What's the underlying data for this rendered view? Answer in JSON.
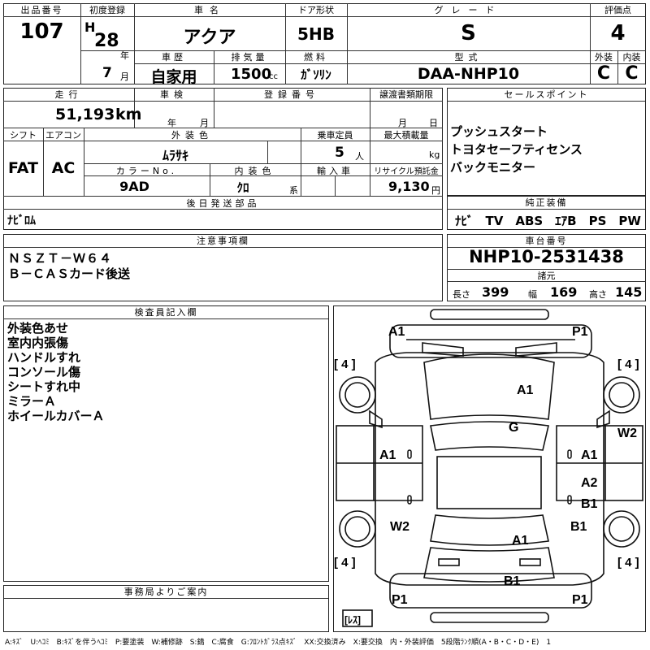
{
  "header": {
    "labels": {
      "lot_no": "出品番号",
      "first_reg": "初度登録",
      "car_name": "車名",
      "door": "ドア形状",
      "grade": "グレード",
      "score": "評価点",
      "history": "車歴",
      "displacement": "排気量",
      "fuel": "燃料",
      "model": "型式",
      "exterior": "外装",
      "interior": "内装"
    },
    "lot_no": "107",
    "era": "H",
    "year": "28",
    "year_unit": "年",
    "month": "7",
    "month_unit": "月",
    "car_name": "アクア",
    "door": "5HB",
    "grade": "S",
    "score": "4",
    "history": "自家用",
    "displacement": "1500",
    "displacement_unit": "cc",
    "fuel": "ｶﾞｿﾘﾝ",
    "model": "DAA-NHP10",
    "exterior_grade": "C",
    "interior_grade": "C"
  },
  "details": {
    "labels": {
      "mileage": "走行",
      "inspection": "車検",
      "registration": "登録番号",
      "transfer": "譲渡書類期限",
      "shift": "シフト",
      "ac": "エアコン",
      "ext_color": "外装色",
      "capacity": "乗車定員",
      "max_load": "最大積載量",
      "color_no": "カラーNo.",
      "int_color": "内装色",
      "import": "輸入車",
      "recycle": "リサイクル預託金",
      "later_parts": "後日発送部品"
    },
    "mileage": "51,193",
    "mileage_unit": "km",
    "insp_year_unit": "年",
    "insp_month_unit": "月",
    "transfer_month_unit": "月",
    "transfer_day_unit": "日",
    "shift": "FAT",
    "ac": "AC",
    "ext_color": "ﾑﾗｻｷ",
    "capacity": "5",
    "capacity_unit": "人",
    "max_load_unit": "kg",
    "color_no": "9AD",
    "int_color": "ｸﾛ",
    "int_color_unit": "系",
    "recycle": "9,130",
    "recycle_unit": "円",
    "later_parts": "ﾅﾋﾞﾛﾑ"
  },
  "sales": {
    "label": "セールスポイント",
    "points": [
      "プッシュスタート",
      "トヨタセーフティセンス",
      "バックモニター"
    ],
    "equipment_label": "純正装備",
    "equipment": "ﾅﾋﾞ　TV　ABS　ｴｱB　PS　PW"
  },
  "caution": {
    "label": "注意事項欄",
    "lines": [
      "ＮＳＺＴ－Ｗ６４",
      "Ｂ－ＣＡＳカード後送"
    ]
  },
  "chassis": {
    "label": "車台番号",
    "number": "NHP10-2531438",
    "specs_label": "諸元",
    "length_label": "長さ",
    "length": "399",
    "width_label": "幅",
    "width": "169",
    "height_label": "高さ",
    "height": "145"
  },
  "inspector": {
    "label": "検査員記入欄",
    "lines": [
      "外装色あせ",
      "室内内張傷",
      "ハンドルすれ",
      "コンソール傷",
      "シートすれ中",
      "ミラーＡ",
      "ホイールカバーＡ"
    ]
  },
  "office": {
    "label": "事務局よりご案内"
  },
  "diagram": {
    "tyre_marks": [
      "[ 4 ]",
      "[ 4 ]",
      "[ 4 ]",
      "[ 4 ]"
    ],
    "codes": {
      "front_left": "A1",
      "front_right": "P1",
      "hood": "A1",
      "roof": "G",
      "left_front_door": "A1",
      "right_front_door": "A1",
      "right_fender": "W2",
      "right_rear_door": "A2",
      "right_rear_door2": "B1",
      "left_rear": "W2",
      "right_rear": "B1",
      "trunk": "A1",
      "rear_bumper": "B1",
      "rear_left": "P1",
      "rear_right": "P1"
    },
    "spare": "[ﾚｽ]"
  },
  "legend": "A:ｷｽﾞ　U:ﾍｺﾐ　B:ｷｽﾞを伴うﾍｺﾐ　P:要塗装　W:補修跡　S:錆　C:腐食　G:ﾌﾛﾝﾄｶﾞﾗｽ点ｷｽﾞ　XX:交換済み　X:要交換　内・外装評価　5段階ﾗﾝｸ順(A・B・C・D・E)　1"
}
